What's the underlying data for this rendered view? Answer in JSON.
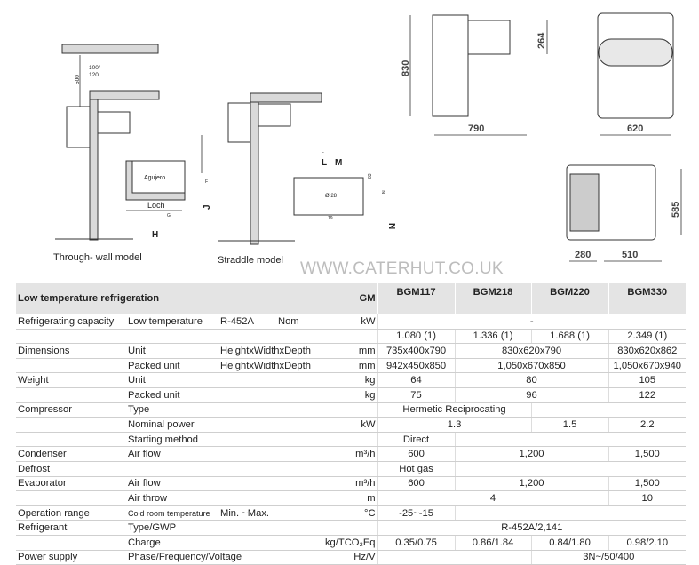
{
  "drawings": {
    "through_wall_caption": "Through- wall model",
    "straddle_caption": "Straddle model",
    "dim_500": "500",
    "dim_100_120_a": "100/",
    "dim_100_120_b": "120",
    "hole_label": "Agujero",
    "hole_label_de": "Loch",
    "hole_g": "G",
    "hole_f": "F",
    "letter_h": "H",
    "letter_j": "J",
    "letter_l": "L",
    "letter_m": "M",
    "letter_n": "N",
    "letter_n_small": "N",
    "letter_l_small": "L",
    "dim_83": "83",
    "dim_d28": "Ø 28",
    "dim_19": "19",
    "side_height": "830",
    "side_depth": "790",
    "side_264": "264",
    "front_width": "620",
    "top_280": "280",
    "top_510": "510",
    "top_585": "585"
  },
  "watermark": "WWW.CATERHUT.CO.UK",
  "table": {
    "title": "Low temperature refrigeration",
    "series_label": "GM",
    "models": [
      "BGM117",
      "BGM218",
      "BGM220",
      "BGM330"
    ],
    "rows": [
      {
        "label": "Refrigerating capacity",
        "sub": "Low temperature",
        "extra": "R-452A",
        "extra2": "Nom",
        "unit": "kW",
        "values": [
          {
            "t": "-",
            "span": 4
          }
        ]
      },
      {
        "label": "",
        "sub": "",
        "extra": "",
        "extra2": "",
        "unit": "",
        "values": [
          {
            "t": "1.080 (1)",
            "span": 1
          },
          {
            "t": "1.336 (1)",
            "span": 1
          },
          {
            "t": "1.688 (1)",
            "span": 1
          },
          {
            "t": "2.349 (1)",
            "span": 1
          }
        ]
      },
      {
        "label": "Dimensions",
        "sub": "Unit",
        "extra": "HeightxWidthxDepth",
        "extra2": "",
        "unit": "mm",
        "values": [
          {
            "t": "735x400x790",
            "span": 1
          },
          {
            "t": "830x620x790",
            "span": 2
          },
          {
            "t": "830x620x862",
            "span": 1
          }
        ]
      },
      {
        "label": "",
        "sub": "Packed unit",
        "extra": "HeightxWidthxDepth",
        "extra2": "",
        "unit": "mm",
        "values": [
          {
            "t": "942x450x850",
            "span": 1
          },
          {
            "t": "1,050x670x850",
            "span": 2
          },
          {
            "t": "1,050x670x940",
            "span": 1
          }
        ]
      },
      {
        "label": "Weight",
        "sub": "Unit",
        "extra": "",
        "extra2": "",
        "unit": "kg",
        "values": [
          {
            "t": "64",
            "span": 1
          },
          {
            "t": "80",
            "span": 2
          },
          {
            "t": "105",
            "span": 1
          }
        ]
      },
      {
        "label": "",
        "sub": "Packed unit",
        "extra": "",
        "extra2": "",
        "unit": "kg",
        "values": [
          {
            "t": "75",
            "span": 1
          },
          {
            "t": "96",
            "span": 2
          },
          {
            "t": "122",
            "span": 1
          }
        ]
      },
      {
        "label": "Compressor",
        "sub": "Type",
        "extra": "",
        "extra2": "",
        "unit": "",
        "values": [
          {
            "t": "Hermetic Reciprocating",
            "span": 2
          },
          {
            "t": "",
            "span": 2
          }
        ]
      },
      {
        "label": "",
        "sub": "Nominal power",
        "extra": "",
        "extra2": "",
        "unit": "kW",
        "values": [
          {
            "t": "1.3",
            "span": 2
          },
          {
            "t": "1.5",
            "span": 1
          },
          {
            "t": "2.2",
            "span": 1
          }
        ]
      },
      {
        "label": "",
        "sub": "Starting method",
        "extra": "",
        "extra2": "",
        "unit": "",
        "values": [
          {
            "t": "Direct",
            "span": 1
          },
          {
            "t": "",
            "span": 3
          }
        ]
      },
      {
        "label": "Condenser",
        "sub": "Air flow",
        "extra": "",
        "extra2": "",
        "unit": "m³/h",
        "values": [
          {
            "t": "600",
            "span": 1
          },
          {
            "t": "1,200",
            "span": 2
          },
          {
            "t": "1,500",
            "span": 1
          }
        ]
      },
      {
        "label": "Defrost",
        "sub": "",
        "extra": "",
        "extra2": "",
        "unit": "",
        "values": [
          {
            "t": "Hot gas",
            "span": 1
          },
          {
            "t": "",
            "span": 3
          }
        ]
      },
      {
        "label": "Evaporator",
        "sub": "Air flow",
        "extra": "",
        "extra2": "",
        "unit": "m³/h",
        "values": [
          {
            "t": "600",
            "span": 1
          },
          {
            "t": "1,200",
            "span": 2
          },
          {
            "t": "1,500",
            "span": 1
          }
        ]
      },
      {
        "label": "",
        "sub": "Air throw",
        "extra": "",
        "extra2": "",
        "unit": "m",
        "values": [
          {
            "t": "4",
            "span": 3
          },
          {
            "t": "10",
            "span": 1
          }
        ]
      },
      {
        "label": "Operation range",
        "sub": "Cold room temperature",
        "extra": "Min. ~Max.",
        "extra2": "",
        "unit": "°C",
        "values": [
          {
            "t": "-25~-15",
            "span": 1
          },
          {
            "t": "",
            "span": 3
          }
        ]
      },
      {
        "label": "Refrigerant",
        "sub": "Type/GWP",
        "extra": "",
        "extra2": "",
        "unit": "",
        "values": [
          {
            "t": "R-452A/2,141",
            "span": 4
          }
        ]
      },
      {
        "label": "",
        "sub": "Charge",
        "extra": "",
        "extra2": "",
        "unit": "kg/TCO₂Eq",
        "values": [
          {
            "t": "0.35/0.75",
            "span": 1
          },
          {
            "t": "0.86/1.84",
            "span": 1
          },
          {
            "t": "0.84/1.80",
            "span": 1
          },
          {
            "t": "0.98/2.10",
            "span": 1
          }
        ]
      },
      {
        "label": "Power supply",
        "sub": "Phase/Frequency/Voltage",
        "extra": "",
        "extra2": "",
        "unit": "Hz/V",
        "values": [
          {
            "t": "",
            "span": 2
          },
          {
            "t": "3N~/50/400",
            "span": 2
          }
        ]
      }
    ]
  }
}
